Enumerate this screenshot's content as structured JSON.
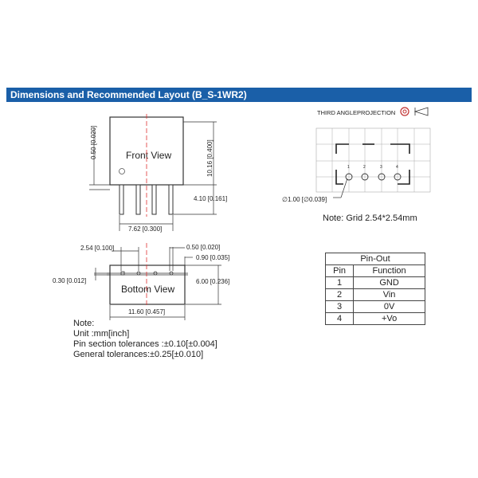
{
  "header": {
    "title": "Dimensions and Recommended Layout (B_S-1WR2)"
  },
  "projection": {
    "label": "THIRD ANGLEPROJECTION"
  },
  "front_view": {
    "label": "Front View",
    "dim_top_lead": "0.50 [0.020]",
    "dim_height": "10.16 [0.400]",
    "dim_pin_length": "4.10 [0.161]",
    "dim_pitch_total": "7.62 [0.300]"
  },
  "bottom_view": {
    "label": "Bottom View",
    "dim_pitch": "2.54 [0.100]",
    "dim_pin_width": "0.50 [0.020]",
    "dim_pin_offset": "0.90 [0.035]",
    "dim_pin_thickness": "0.30 [0.012]",
    "dim_depth": "6.00 [0.236]",
    "dim_width": "11.60 [0.457]"
  },
  "layout": {
    "hole_label": "∅1.00 [∅0.039]",
    "grid_note": "Note:  Grid 2.54*2.54mm",
    "pin_numbers": [
      "1",
      "2",
      "3",
      "4"
    ]
  },
  "notes": {
    "title": "Note:",
    "lines": [
      "Unit :mm[inch]",
      "Pin section tolerances :±0.10[±0.004]",
      "General tolerances:±0.25[±0.010]"
    ]
  },
  "pinout": {
    "title": "Pin-Out",
    "headers": [
      "Pin",
      "Function"
    ],
    "rows": [
      [
        "1",
        "GND"
      ],
      [
        "2",
        "Vin"
      ],
      [
        "3",
        "0V"
      ],
      [
        "4",
        "+Vo"
      ]
    ]
  },
  "colors": {
    "banner": "#1a5fa8",
    "centerline": "#e03030"
  }
}
